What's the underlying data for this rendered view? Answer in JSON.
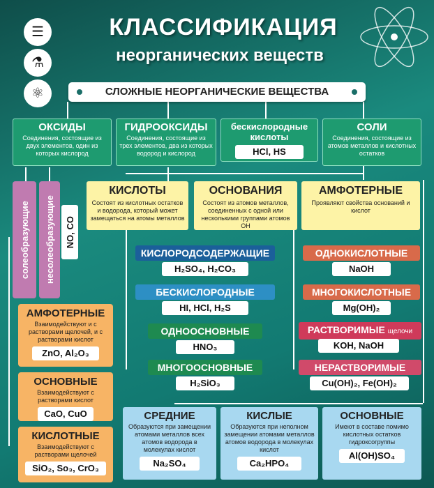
{
  "header": {
    "title": "КЛАССИФИКАЦИЯ",
    "subtitle": "неорганических веществ"
  },
  "banner": "СЛОЖНЫЕ НЕОРГАНИЧЕСКИЕ ВЕЩЕСТВА",
  "icons": [
    "books-icon",
    "flask-icon",
    "atom-icon"
  ],
  "oxides": {
    "title": "ОКСИДЫ",
    "desc": "Соединения, состоящие из двух элементов, один из которых кислород"
  },
  "hydroxides": {
    "title": "ГИДРООКСИДЫ",
    "desc": "Соединения, состоящие из трех элементов, два из которых водород и кислород"
  },
  "oxygenfree": {
    "title": "бескислородные кислоты",
    "formula": "HCl, HS"
  },
  "salts": {
    "title": "СОЛИ",
    "desc": "Соединения, состоящие из атомов металлов и кислотных остатков"
  },
  "salt_forming": "солеобразующие",
  "non_salt_forming": "несолеобразующие",
  "non_salt_example": "NO, CO",
  "acids": {
    "title": "КИСЛОТЫ",
    "desc": "Состоят из кислотных остатков и водорода, который может замещаться на атомы металлов"
  },
  "bases": {
    "title": "ОСНОВАНИЯ",
    "desc": "Состоят из атомов металлов, соединенных с одной или несколькими группами атомов ОН"
  },
  "amphoteric_h": {
    "title": "АМФОТЕРНЫЕ",
    "desc": "Проявляют свойства оснований и кислот"
  },
  "acid_types": {
    "oxygen": {
      "title": "КИСЛОРОДСОДЕРЖАЩИЕ",
      "formula": "H₂SO₄, H₂CO₃"
    },
    "nooxygen": {
      "title": "БЕСКИСЛОРОДНЫЕ",
      "formula": "HI, HCl, H₂S"
    },
    "mono": {
      "title": "ОДНООСНОВНЫЕ",
      "formula": "HNO₃"
    },
    "poly": {
      "title": "МНОГООСНОВНЫЕ",
      "formula": "H₂SiO₃"
    }
  },
  "base_types": {
    "mono": {
      "title": "ОДНОКИСЛОТНЫЕ",
      "formula": "NaOH"
    },
    "poly": {
      "title": "МНОГОКИСЛОТНЫЕ",
      "formula": "Mg(OH)₂"
    },
    "soluble": {
      "title": "РАСТВОРИМЫЕ",
      "note": "щелочи",
      "formula": "KOH, NaOH"
    },
    "insoluble": {
      "title": "НЕРАСТВОРИМЫЕ",
      "formula": "Cu(OH)₂, Fe(OH)₂"
    }
  },
  "oxide_types": {
    "amph": {
      "title": "АМФОТЕРНЫЕ",
      "desc": "Взаимодействуют и с растворами щелочей, и с растворами кислот",
      "formula": "ZnO, Al₂O₃"
    },
    "basic": {
      "title": "ОСНОВНЫЕ",
      "desc": "Взаимодействуют с растворами кислот",
      "formula": "CaO, CuO"
    },
    "acidic": {
      "title": "КИСЛОТНЫЕ",
      "desc": "Взаимодействуют с растворами щелочей",
      "formula": "SiO₂, So₃, CrO₃"
    }
  },
  "salt_types": {
    "medium": {
      "title": "СРЕДНИЕ",
      "desc": "Образуются при замещении атомами металлов всех атомов водорода в молекулах кислот",
      "formula": "Na₂SO₄"
    },
    "acidic": {
      "title": "КИСЛЫЕ",
      "desc": "Образуются при неполном замещении атомами металлов атомов водорода в молекулах кислот",
      "formula": "Ca₂HPO₄"
    },
    "basic": {
      "title": "ОСНОВНЫЕ",
      "desc": "Имеют в составе помимо кислотных остатков гидроксогруппы",
      "formula": "Al(OH)SO₄"
    }
  }
}
